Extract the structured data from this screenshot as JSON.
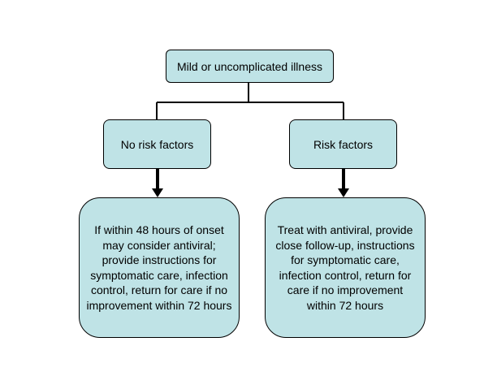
{
  "diagram": {
    "nodes": {
      "root": {
        "label": "Mild or uncomplicated illness"
      },
      "no_risk": {
        "label": "No risk factors"
      },
      "risk": {
        "label": "Risk factors"
      },
      "no_risk_action": {
        "label": "If within 48 hours of onset may consider antiviral; provide instructions for symptomatic care, infection control, return for care if no improvement within 72 hours"
      },
      "risk_action": {
        "label": "Treat with antiviral, provide close follow-up, instructions for symptomatic care, infection control, return for care if no improvement within 72 hours"
      }
    },
    "edges": [
      {
        "from": "root",
        "to": "no_risk",
        "style": "line"
      },
      {
        "from": "root",
        "to": "risk",
        "style": "line"
      },
      {
        "from": "no_risk",
        "to": "no_risk_action",
        "style": "arrow"
      },
      {
        "from": "risk",
        "to": "risk_action",
        "style": "arrow"
      }
    ],
    "colors": {
      "node_fill": "#bfe3e6",
      "node_stroke": "#000000",
      "connector": "#000000"
    }
  }
}
